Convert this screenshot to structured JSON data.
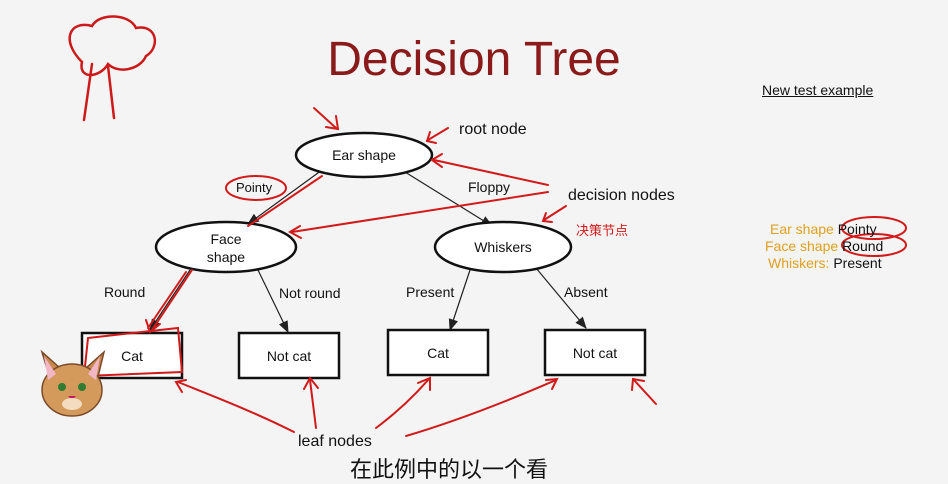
{
  "slide": {
    "title": "Decision Tree",
    "new_test_example": "New test example",
    "annotation_cn": "决策节点",
    "partial_caption": "在此例中的以一个看"
  },
  "tree": {
    "root": "Ear shape",
    "face": [
      "Face",
      "shape"
    ],
    "whiskers": "Whiskers",
    "leaves": [
      "Cat",
      "Not cat",
      "Cat",
      "Not cat"
    ],
    "edges": {
      "pointy": "Pointy",
      "floppy": "Floppy",
      "round": "Round",
      "not_round": "Not round",
      "present": "Present",
      "absent": "Absent"
    },
    "labels": {
      "root_node": "root node",
      "decision_nodes": "decision nodes",
      "leaf_nodes": "leaf nodes"
    }
  },
  "test_example": {
    "features": [
      {
        "key": "Ear shape",
        "value": "Pointy"
      },
      {
        "key": "Face shape",
        "value": "Round"
      },
      {
        "key": "Whiskers:",
        "value": "Present"
      }
    ]
  },
  "colors": {
    "title": "#8b1a1a",
    "annotation": "#d21a1a",
    "feature_key": "#e0a020"
  },
  "icons": [
    "tree-sketch-icon",
    "cat-face-icon"
  ]
}
